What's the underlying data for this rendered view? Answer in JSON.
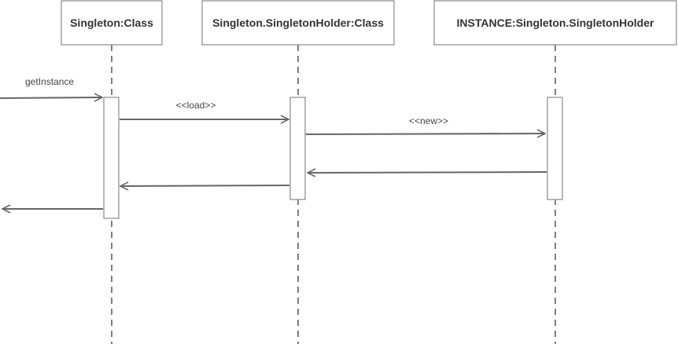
{
  "diagram": {
    "type": "sequence",
    "colors": {
      "stroke": "#8a8a8a",
      "arrow": "#666666",
      "text": "#333333",
      "box_fill": "#ffffff"
    },
    "participants": [
      {
        "label": "Singleton:Class"
      },
      {
        "label": "Singleton.SingletonHolder:Class"
      },
      {
        "label": "INSTANCE:Singleton.SingletonHolder"
      }
    ],
    "messages": [
      {
        "label": "getInstance",
        "from": "external",
        "to": "Singleton:Class",
        "kind": "call"
      },
      {
        "label": "<<load>>",
        "from": "Singleton:Class",
        "to": "Singleton.SingletonHolder:Class",
        "kind": "call"
      },
      {
        "label": "<<new>>",
        "from": "Singleton.SingletonHolder:Class",
        "to": "INSTANCE:Singleton.SingletonHolder",
        "kind": "call"
      },
      {
        "label": "",
        "from": "INSTANCE:Singleton.SingletonHolder",
        "to": "Singleton.SingletonHolder:Class",
        "kind": "return"
      },
      {
        "label": "",
        "from": "Singleton.SingletonHolder:Class",
        "to": "Singleton:Class",
        "kind": "return"
      },
      {
        "label": "",
        "from": "Singleton:Class",
        "to": "external",
        "kind": "return"
      }
    ]
  }
}
